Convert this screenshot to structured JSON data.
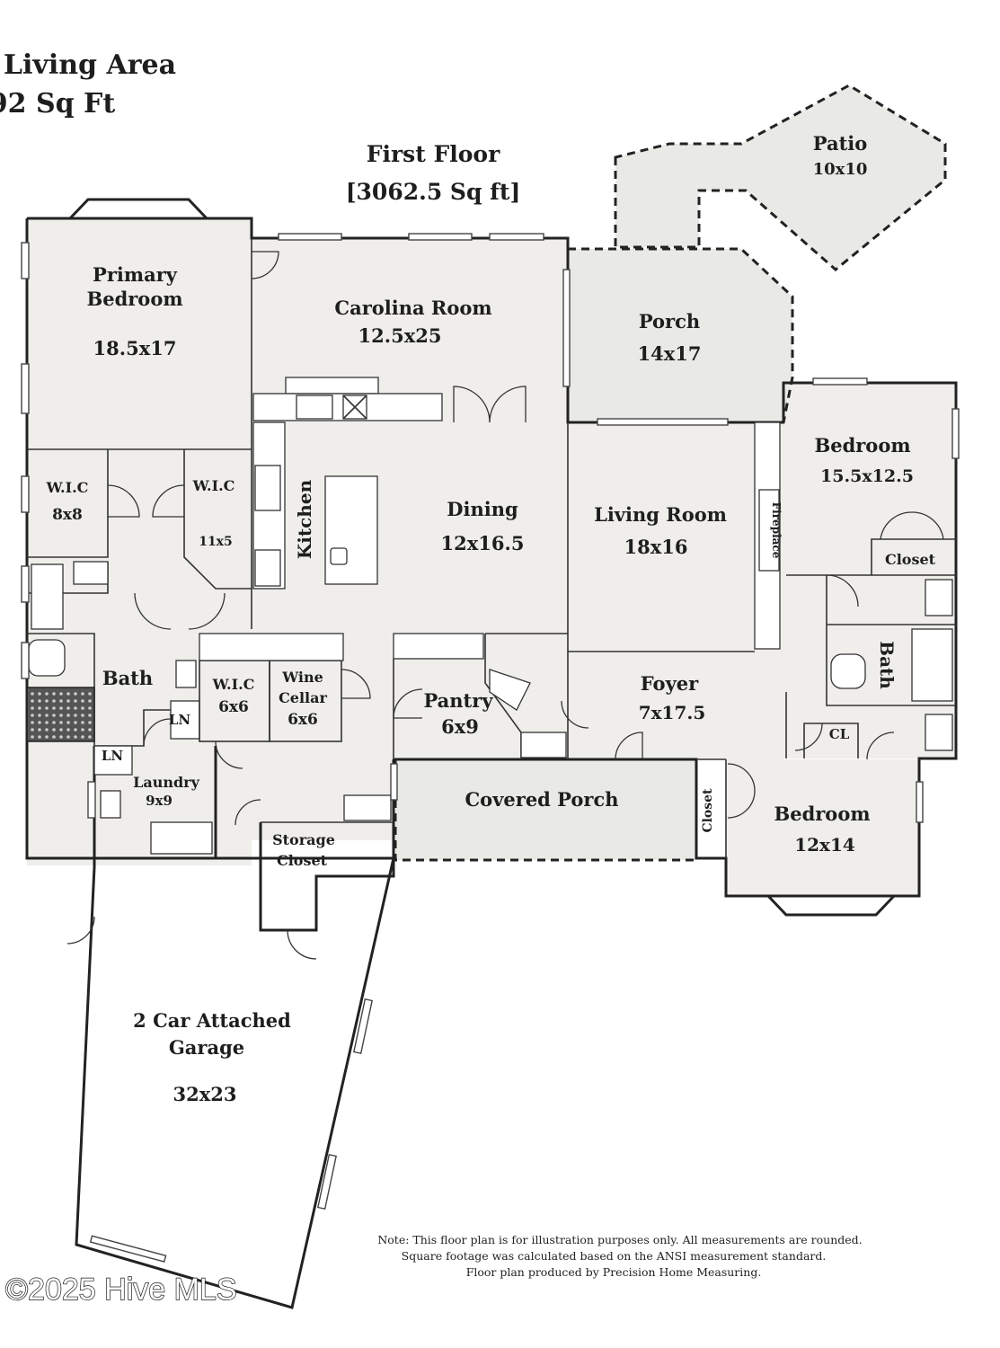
{
  "header": {
    "living_area_line1": "Living Area",
    "living_area_line2": "92 Sq Ft",
    "floor_title": "First Floor",
    "floor_sqft": "[3062.5 Sq ft]"
  },
  "rooms": {
    "primary_bedroom": {
      "name_line1": "Primary",
      "name_line2": "Bedroom",
      "size": "18.5x17"
    },
    "carolina_room": {
      "name": "Carolina Room",
      "size": "12.5x25"
    },
    "porch": {
      "name": "Porch",
      "size": "14x17"
    },
    "patio": {
      "name": "Patio",
      "size": "10x10"
    },
    "bedroom_east": {
      "name": "Bedroom",
      "size": "15.5x12.5"
    },
    "closet_east": {
      "name": "Closet"
    },
    "wic_left": {
      "name": "W.I.C",
      "size": "8x8"
    },
    "wic_right": {
      "name": "W.I.C",
      "size": "11x5"
    },
    "kitchen": {
      "name": "Kitchen"
    },
    "dining": {
      "name": "Dining",
      "size": "12x16.5"
    },
    "living_room": {
      "name": "Living Room",
      "size": "18x16"
    },
    "fireplace": {
      "name": "Fireplace"
    },
    "bath_primary": {
      "name": "Bath"
    },
    "bath_east": {
      "name": "Bath"
    },
    "wic_small": {
      "name": "W.I.C",
      "size": "6x6"
    },
    "wine_cellar": {
      "name_line1": "Wine",
      "name_line2": "Cellar",
      "size": "6x6"
    },
    "pantry": {
      "name": "Pantry",
      "size": "6x9"
    },
    "foyer": {
      "name": "Foyer",
      "size": "7x17.5"
    },
    "ln_upper": {
      "name": "LN"
    },
    "ln_lower": {
      "name": "LN"
    },
    "cl": {
      "name": "CL"
    },
    "laundry": {
      "name": "Laundry",
      "size": "9x9"
    },
    "covered_porch": {
      "name": "Covered Porch"
    },
    "closet_south": {
      "name": "Closet"
    },
    "bedroom_south": {
      "name": "Bedroom",
      "size": "12x14"
    },
    "storage_closet": {
      "name_line1": "Storage",
      "name_line2": "Closet"
    },
    "garage": {
      "name_line1": "2 Car Attached",
      "name_line2": "Garage",
      "size": "32x23"
    }
  },
  "footer": {
    "note_line1": "Note: This floor plan is for illustration purposes only. All measurements are rounded.",
    "note_line2": "Square footage was calculated based on the ANSI measurement standard.",
    "note_line3": "Floor plan produced by Precision Home Measuring.",
    "watermark": "©2025 Hive MLS"
  }
}
